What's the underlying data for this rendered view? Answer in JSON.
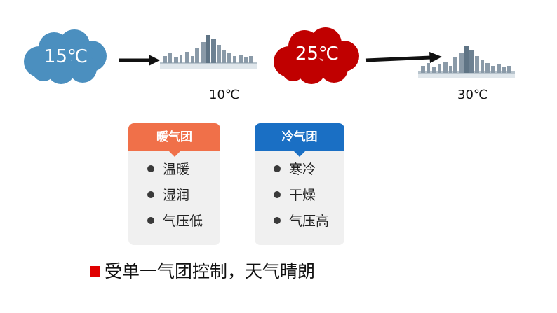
{
  "scene": {
    "left": {
      "cloud_temp": "15℃",
      "cloud_color": "#4b8fbf",
      "city_temp": "10℃"
    },
    "right": {
      "cloud_temp": "25℃",
      "cloud_color": "#c00000",
      "city_temp": "30℃"
    }
  },
  "cards": {
    "warm": {
      "title": "暖气团",
      "header_color": "#f07049",
      "items": [
        "温暖",
        "湿润",
        "气压低"
      ]
    },
    "cold": {
      "title": "冷气团",
      "header_color": "#1a6fc4",
      "items": [
        "寒冷",
        "干燥",
        "气压高"
      ]
    }
  },
  "conclusion": {
    "text": "受单一气团控制，天气晴朗",
    "marker_color": "#e00000"
  }
}
